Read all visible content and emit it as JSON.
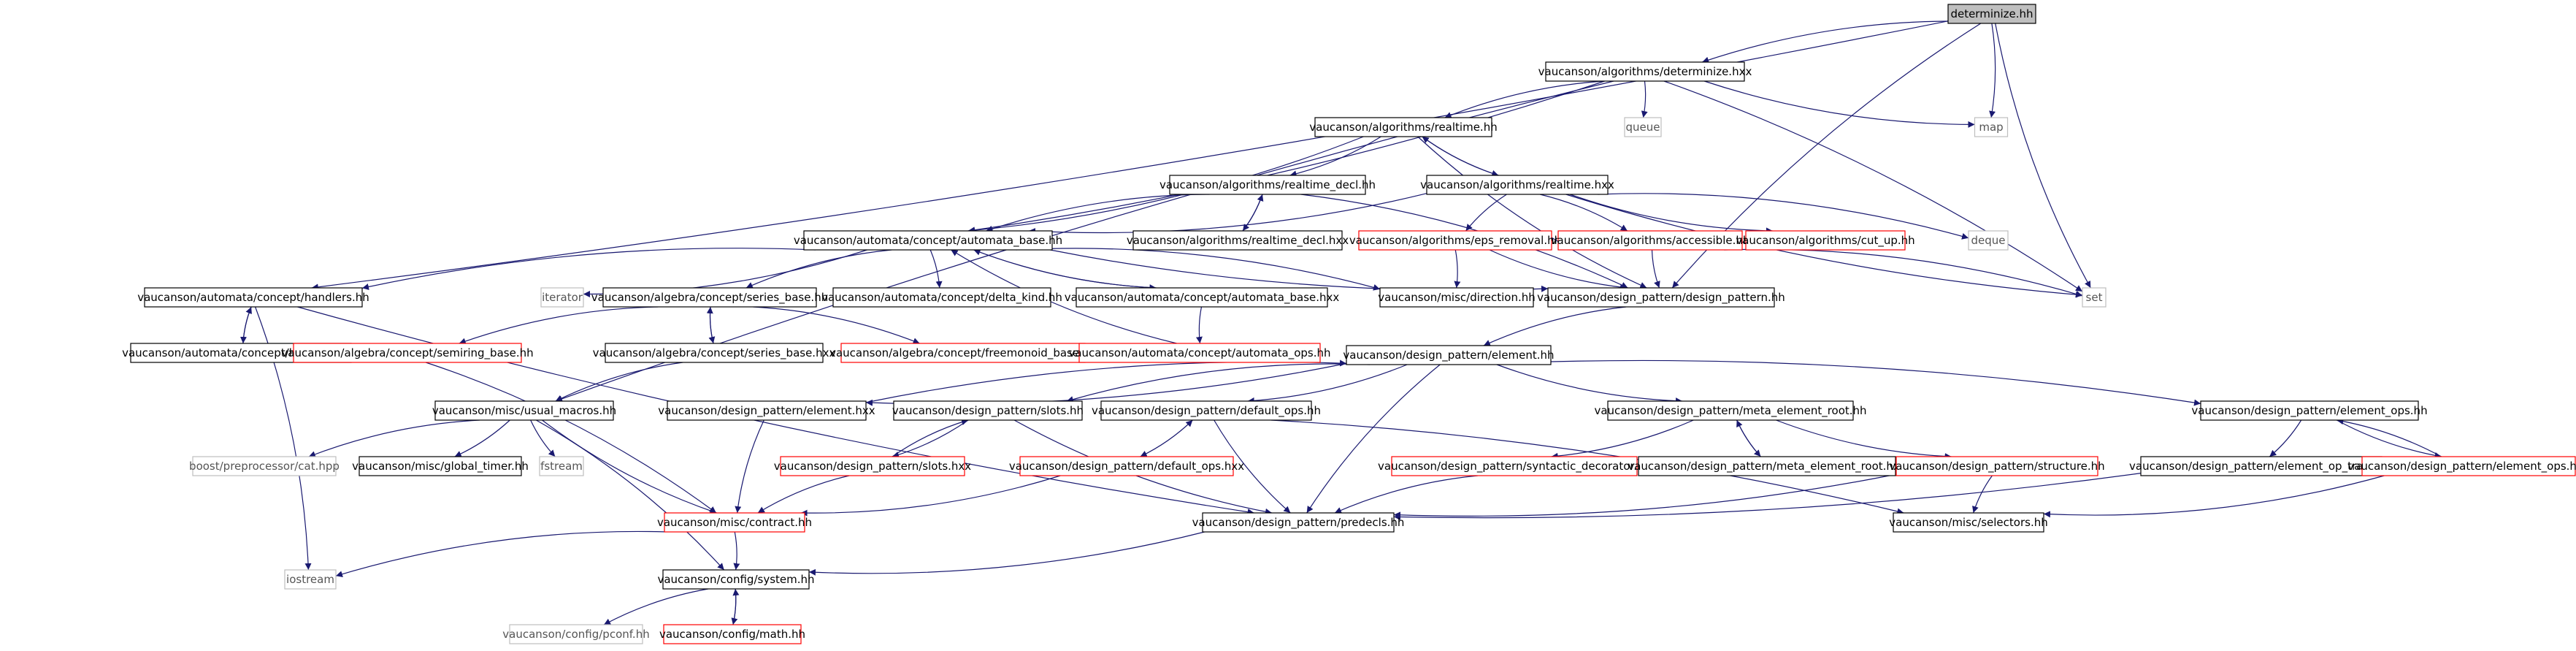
{
  "colors": {
    "edge": "#191970",
    "border_default": "#000000",
    "border_missing": "#ff0000",
    "border_external": "#bfbfbf",
    "root_fill": "#bfbfbf",
    "fill": "#ffffff"
  },
  "nodes": [
    {
      "id": "root",
      "label": "determinize.hh",
      "style": "root"
    },
    {
      "id": "det_hxx",
      "label": "vaucanson/algorithms/determinize.hxx",
      "style": "normal"
    },
    {
      "id": "queue",
      "label": "queue",
      "style": "external"
    },
    {
      "id": "map",
      "label": "map",
      "style": "external"
    },
    {
      "id": "rt_hh",
      "label": "vaucanson/algorithms/realtime.hh",
      "style": "normal"
    },
    {
      "id": "rtd_hh",
      "label": "vaucanson/algorithms/realtime_decl.hh",
      "style": "normal"
    },
    {
      "id": "rt_hxx",
      "label": "vaucanson/algorithms/realtime.hxx",
      "style": "normal"
    },
    {
      "id": "rtd_hxx",
      "label": "vaucanson/algorithms/realtime_decl.hxx",
      "style": "normal"
    },
    {
      "id": "eps",
      "label": "vaucanson/algorithms/eps_removal.hh",
      "style": "missing"
    },
    {
      "id": "acc",
      "label": "vaucanson/algorithms/accessible.hh",
      "style": "missing"
    },
    {
      "id": "cut",
      "label": "vaucanson/algorithms/cut_up.hh",
      "style": "missing"
    },
    {
      "id": "deque",
      "label": "deque",
      "style": "external"
    },
    {
      "id": "set",
      "label": "set",
      "style": "external"
    },
    {
      "id": "ab_hh",
      "label": "vaucanson/automata/concept/automata_base.hh",
      "style": "normal"
    },
    {
      "id": "handlers_hh",
      "label": "vaucanson/automata/concept/handlers.hh",
      "style": "normal"
    },
    {
      "id": "iterator",
      "label": "iterator",
      "style": "external"
    },
    {
      "id": "sb_hh",
      "label": "vaucanson/algebra/concept/series_base.hh",
      "style": "normal"
    },
    {
      "id": "dk",
      "label": "vaucanson/automata/concept/delta_kind.hh",
      "style": "normal"
    },
    {
      "id": "ab_hxx",
      "label": "vaucanson/automata/concept/automata_base.hxx",
      "style": "normal"
    },
    {
      "id": "dir",
      "label": "vaucanson/misc/direction.hh",
      "style": "normal"
    },
    {
      "id": "dp",
      "label": "vaucanson/design_pattern/design_pattern.hh",
      "style": "normal"
    },
    {
      "id": "handlers_hxx",
      "label": "vaucanson/automata/concept/handlers.hxx",
      "style": "normal"
    },
    {
      "id": "semiring",
      "label": "vaucanson/algebra/concept/semiring_base.hh",
      "style": "missing"
    },
    {
      "id": "sb_hxx",
      "label": "vaucanson/algebra/concept/series_base.hxx",
      "style": "normal"
    },
    {
      "id": "freemonoid",
      "label": "vaucanson/algebra/concept/freemonoid_base.hh",
      "style": "missing"
    },
    {
      "id": "ao",
      "label": "vaucanson/automata/concept/automata_ops.hh",
      "style": "missing"
    },
    {
      "id": "el_hh",
      "label": "vaucanson/design_pattern/element.hh",
      "style": "normal"
    },
    {
      "id": "usual",
      "label": "vaucanson/misc/usual_macros.hh",
      "style": "normal"
    },
    {
      "id": "el_hxx",
      "label": "vaucanson/design_pattern/element.hxx",
      "style": "normal"
    },
    {
      "id": "slots_hh",
      "label": "vaucanson/design_pattern/slots.hh",
      "style": "normal"
    },
    {
      "id": "dops_hh",
      "label": "vaucanson/design_pattern/default_ops.hh",
      "style": "normal"
    },
    {
      "id": "mer_hh",
      "label": "vaucanson/design_pattern/meta_element_root.hh",
      "style": "normal"
    },
    {
      "id": "eo_hh",
      "label": "vaucanson/design_pattern/element_ops.hh",
      "style": "normal"
    },
    {
      "id": "boostcat",
      "label": "boost/preprocessor/cat.hpp",
      "style": "external"
    },
    {
      "id": "gtimer",
      "label": "vaucanson/misc/global_timer.hh",
      "style": "normal"
    },
    {
      "id": "fstream",
      "label": "fstream",
      "style": "external"
    },
    {
      "id": "slots_hxx",
      "label": "vaucanson/design_pattern/slots.hxx",
      "style": "missing"
    },
    {
      "id": "dops_hxx",
      "label": "vaucanson/design_pattern/default_ops.hxx",
      "style": "missing"
    },
    {
      "id": "syn",
      "label": "vaucanson/design_pattern/syntactic_decorator.hh",
      "style": "missing"
    },
    {
      "id": "mer_hxx",
      "label": "vaucanson/design_pattern/meta_element_root.hxx",
      "style": "normal"
    },
    {
      "id": "struct",
      "label": "vaucanson/design_pattern/structure.hh",
      "style": "missing"
    },
    {
      "id": "eot",
      "label": "vaucanson/design_pattern/element_op_traits.hh",
      "style": "normal"
    },
    {
      "id": "eo_hxx",
      "label": "vaucanson/design_pattern/element_ops.hxx",
      "style": "missing"
    },
    {
      "id": "contract",
      "label": "vaucanson/misc/contract.hh",
      "style": "missing"
    },
    {
      "id": "predecls",
      "label": "vaucanson/design_pattern/predecls.hh",
      "style": "normal"
    },
    {
      "id": "selectors",
      "label": "vaucanson/misc/selectors.hh",
      "style": "normal"
    },
    {
      "id": "iostream",
      "label": "iostream",
      "style": "external"
    },
    {
      "id": "system",
      "label": "vaucanson/config/system.hh",
      "style": "normal"
    },
    {
      "id": "pconf",
      "label": "vaucanson/config/pconf.hh",
      "style": "external"
    },
    {
      "id": "math",
      "label": "vaucanson/config/math.hh",
      "style": "missing"
    }
  ],
  "edges": [
    [
      "root",
      "det_hxx"
    ],
    [
      "root",
      "map"
    ],
    [
      "root",
      "set"
    ],
    [
      "root",
      "handlers_hh"
    ],
    [
      "root",
      "dp"
    ],
    [
      "det_hxx",
      "queue"
    ],
    [
      "det_hxx",
      "map"
    ],
    [
      "det_hxx",
      "set"
    ],
    [
      "det_hxx",
      "rt_hh"
    ],
    [
      "det_hxx",
      "ab_hh"
    ],
    [
      "det_hxx",
      "usual"
    ],
    [
      "rt_hh",
      "rtd_hh"
    ],
    [
      "rt_hh",
      "rt_hxx"
    ],
    [
      "rt_hh",
      "ab_hh"
    ],
    [
      "rt_hh",
      "dp"
    ],
    [
      "rtd_hh",
      "rtd_hxx"
    ],
    [
      "rtd_hh",
      "ab_hh"
    ],
    [
      "rtd_hh",
      "dp"
    ],
    [
      "rtd_hxx",
      "rtd_hh"
    ],
    [
      "rt_hxx",
      "rt_hh"
    ],
    [
      "rt_hxx",
      "eps"
    ],
    [
      "rt_hxx",
      "acc"
    ],
    [
      "rt_hxx",
      "cut"
    ],
    [
      "rt_hxx",
      "deque"
    ],
    [
      "rt_hxx",
      "set"
    ],
    [
      "rt_hxx",
      "ab_hh"
    ],
    [
      "eps",
      "dp"
    ],
    [
      "eps",
      "dir"
    ],
    [
      "acc",
      "dp"
    ],
    [
      "acc",
      "set"
    ],
    [
      "ab_hh",
      "handlers_hh"
    ],
    [
      "ab_hh",
      "iterator"
    ],
    [
      "ab_hh",
      "sb_hh"
    ],
    [
      "ab_hh",
      "dk"
    ],
    [
      "ab_hh",
      "ab_hxx"
    ],
    [
      "ab_hh",
      "dir"
    ],
    [
      "ab_hh",
      "dp"
    ],
    [
      "ab_hxx",
      "ab_hh"
    ],
    [
      "ab_hxx",
      "ao"
    ],
    [
      "ao",
      "ab_hh"
    ],
    [
      "handlers_hh",
      "handlers_hxx"
    ],
    [
      "handlers_hh",
      "iostream"
    ],
    [
      "handlers_hh",
      "predecls"
    ],
    [
      "handlers_hxx",
      "handlers_hh"
    ],
    [
      "sb_hh",
      "semiring"
    ],
    [
      "sb_hh",
      "freemonoid"
    ],
    [
      "sb_hh",
      "sb_hxx"
    ],
    [
      "sb_hxx",
      "sb_hh"
    ],
    [
      "sb_hxx",
      "usual"
    ],
    [
      "semiring",
      "contract"
    ],
    [
      "dp",
      "el_hh"
    ],
    [
      "el_hh",
      "el_hxx"
    ],
    [
      "el_hh",
      "slots_hh"
    ],
    [
      "el_hh",
      "dops_hh"
    ],
    [
      "el_hh",
      "mer_hh"
    ],
    [
      "el_hh",
      "eo_hh"
    ],
    [
      "el_hh",
      "predecls"
    ],
    [
      "el_hxx",
      "el_hh"
    ],
    [
      "el_hxx",
      "contract"
    ],
    [
      "slots_hh",
      "slots_hxx"
    ],
    [
      "slots_hh",
      "predecls"
    ],
    [
      "slots_hxx",
      "slots_hh"
    ],
    [
      "slots_hxx",
      "contract"
    ],
    [
      "dops_hh",
      "dops_hxx"
    ],
    [
      "dops_hh",
      "predecls"
    ],
    [
      "dops_hh",
      "selectors"
    ],
    [
      "dops_hxx",
      "dops_hh"
    ],
    [
      "dops_hxx",
      "contract"
    ],
    [
      "mer_hh",
      "mer_hxx"
    ],
    [
      "mer_hh",
      "syn"
    ],
    [
      "mer_hh",
      "struct"
    ],
    [
      "mer_hxx",
      "mer_hh"
    ],
    [
      "syn",
      "predecls"
    ],
    [
      "struct",
      "predecls"
    ],
    [
      "struct",
      "selectors"
    ],
    [
      "eo_hh",
      "eot"
    ],
    [
      "eo_hh",
      "eo_hxx"
    ],
    [
      "eot",
      "predecls"
    ],
    [
      "eo_hxx",
      "eo_hh"
    ],
    [
      "eo_hxx",
      "selectors"
    ],
    [
      "usual",
      "boostcat"
    ],
    [
      "usual",
      "gtimer"
    ],
    [
      "usual",
      "fstream"
    ],
    [
      "usual",
      "system"
    ],
    [
      "usual",
      "contract"
    ],
    [
      "contract",
      "system"
    ],
    [
      "contract",
      "iostream"
    ],
    [
      "predecls",
      "system"
    ],
    [
      "system",
      "pconf"
    ],
    [
      "system",
      "math"
    ],
    [
      "math",
      "system"
    ]
  ]
}
